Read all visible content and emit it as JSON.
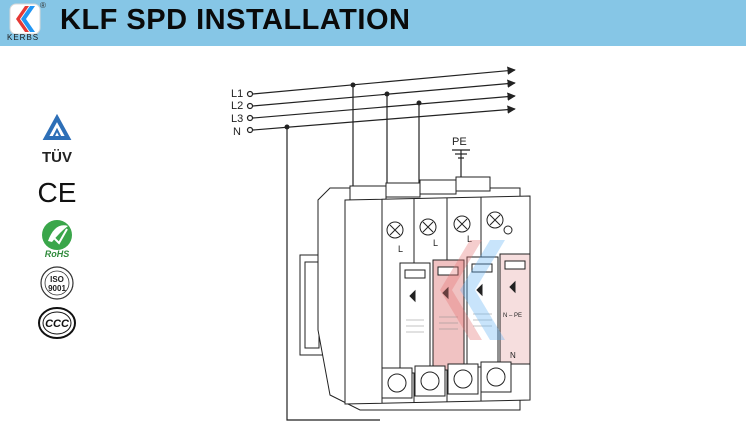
{
  "header": {
    "title": "KLF SPD INSTALLATION",
    "brand": "KERBS",
    "registered_mark": "®",
    "background_color": "#86c6e6"
  },
  "certifications": {
    "tuv": "TÜV",
    "ce": "CE",
    "rohs": "RoHS",
    "iso_top": "ISO",
    "iso_bottom": "9001",
    "ccc": "CCC"
  },
  "diagram": {
    "lines": [
      "L1",
      "L2",
      "L3",
      "N"
    ],
    "pe_label": "PE",
    "terminal_labels": [
      "L",
      "L",
      "L"
    ],
    "npe_label": "N – PE",
    "n_label": "N",
    "module_colors": [
      "#ffffff",
      "#e8b0b0",
      "#ffffff",
      "#f3dada"
    ]
  }
}
